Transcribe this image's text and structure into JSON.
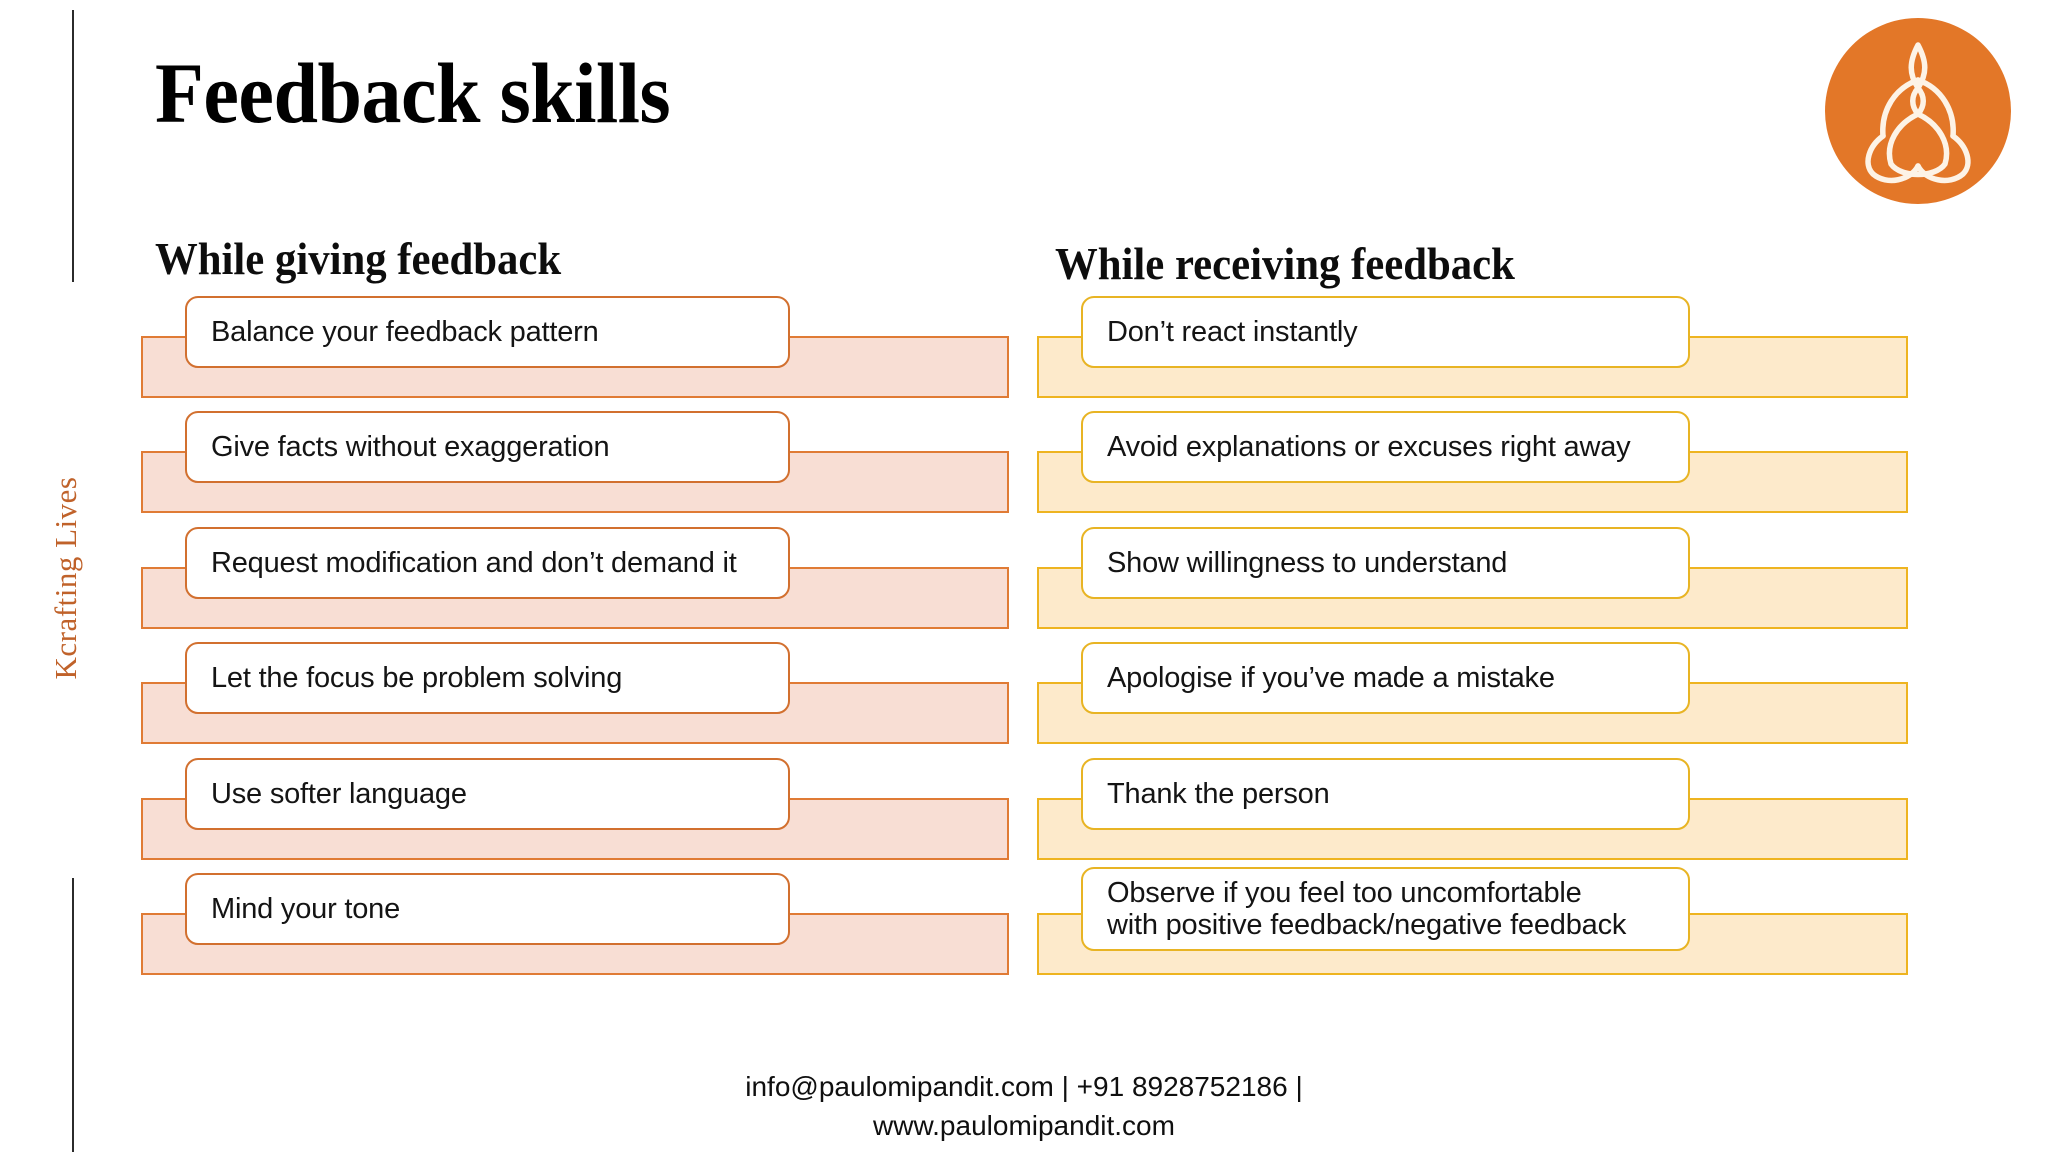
{
  "slide": {
    "title": "Feedback skills",
    "brand_vertical": "Kcrafting Lives",
    "logo_name": "triquetra-meditation-logo",
    "accent_orange": "#e37728",
    "left_border": "#d2702f",
    "left_fill": "#f8ded4",
    "right_border": "#e8b424",
    "right_fill": "#fdeacb"
  },
  "columns": {
    "left": {
      "heading": "While giving feedback",
      "items": [
        {
          "text": "Balance your feedback pattern"
        },
        {
          "text": "Give facts without exaggeration"
        },
        {
          "text": "Request modification and don’t demand it"
        },
        {
          "text": "Let the focus be problem solving"
        },
        {
          "text": "Use softer language"
        },
        {
          "text": "Mind your tone"
        }
      ]
    },
    "right": {
      "heading": "While receiving feedback",
      "items": [
        {
          "text": "Don’t react instantly"
        },
        {
          "text": "Avoid explanations or excuses right away"
        },
        {
          "text": "Show willingness to understand"
        },
        {
          "text": "Apologise if you’ve made a mistake"
        },
        {
          "text": "Thank the person"
        },
        {
          "text": "Observe if you feel too uncomfortable\nwith positive feedback/negative feedback"
        }
      ]
    }
  },
  "footer": {
    "line1": "info@paulomipandit.com  |  +91 8928752186  |",
    "line2": "www.paulomipandit.com"
  }
}
